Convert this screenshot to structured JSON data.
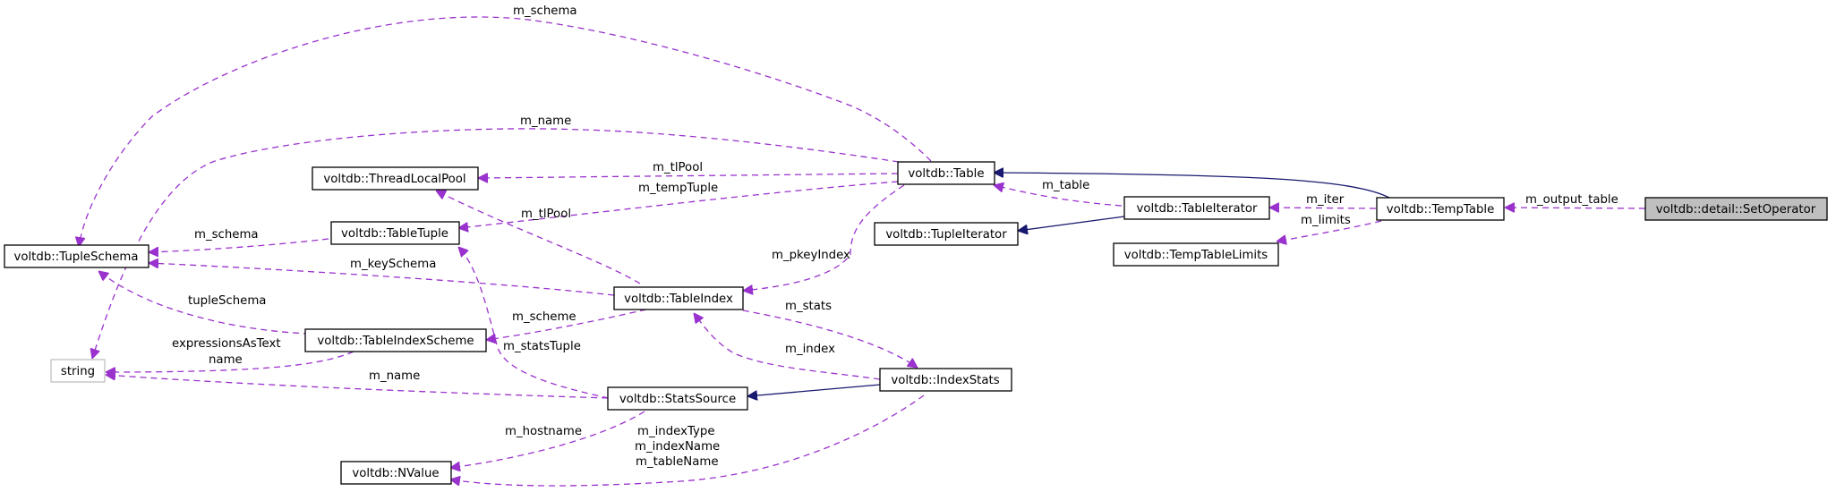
{
  "nodes": {
    "setoperator": "voltdb::detail::SetOperator",
    "temptable": "voltdb::TempTable",
    "table": "voltdb::Table",
    "tableiterator": "voltdb::TableIterator",
    "tupleiterator": "voltdb::TupleIterator",
    "temptablelimits": "voltdb::TempTableLimits",
    "threadlocalpool": "voltdb::ThreadLocalPool",
    "tabletuple": "voltdb::TableTuple",
    "tupleschema": "voltdb::TupleSchema",
    "tableindex": "voltdb::TableIndex",
    "tableindexscheme": "voltdb::TableIndexScheme",
    "string": "string",
    "statssource": "voltdb::StatsSource",
    "indexstats": "voltdb::IndexStats",
    "nvalue": "voltdb::NValue"
  },
  "edge_labels": {
    "m_output_table": "m_output_table",
    "m_iter": "m_iter",
    "m_limits": "m_limits",
    "m_table": "m_table",
    "m_schema_top": "m_schema",
    "m_name_top": "m_name",
    "m_tlPool_table": "m_tlPool",
    "m_tempTuple": "m_tempTuple",
    "m_tlPool_index": "m_tlPool",
    "m_schema_tuple": "m_schema",
    "m_keySchema": "m_keySchema",
    "m_pkeyIndex": "m_pkeyIndex",
    "tupleSchema": "tupleSchema",
    "m_scheme": "m_scheme",
    "m_statsTuple": "m_statsTuple",
    "expressionsAsText": "expressionsAsText",
    "name": "name",
    "m_stats": "m_stats",
    "m_index": "m_index",
    "m_name_stats": "m_name",
    "m_hostname": "m_hostname",
    "m_indexType": "m_indexType",
    "m_indexName": "m_indexName",
    "m_tableName": "m_tableName"
  },
  "colors": {
    "member_edge": "#9a32cd",
    "inheritance_edge": "#191970",
    "focus_fill": "#bfbfbf",
    "node_border": "#000000",
    "undocumented_border": "#bfbfbf"
  }
}
